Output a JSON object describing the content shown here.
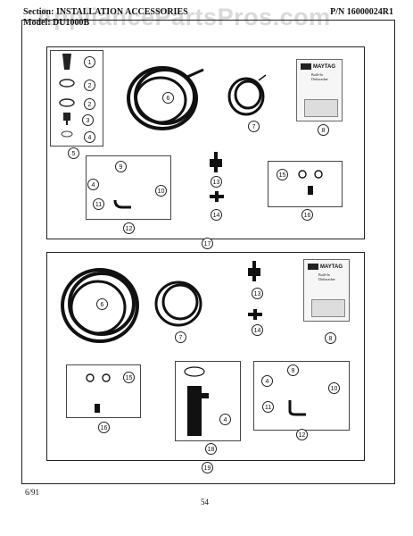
{
  "header": {
    "section_line": "Section: INSTALLATION ACCESSORIES",
    "model_line": "Model: DU1000B",
    "part_number": "P/N 16000024R1"
  },
  "watermark": "AppliancePartsPros.com",
  "top_panel": {
    "callouts": [
      "1",
      "2",
      "2",
      "3",
      "4",
      "5",
      "6",
      "7",
      "8",
      "9",
      "4",
      "10",
      "11",
      "12",
      "13",
      "14",
      "15",
      "16",
      "17"
    ]
  },
  "bottom_panel": {
    "callouts": [
      "6",
      "7",
      "13",
      "14",
      "8",
      "15",
      "16",
      "4",
      "18",
      "9",
      "4",
      "10",
      "11",
      "12",
      "19"
    ]
  },
  "manual": {
    "brand": "MAYTAG",
    "subtitle": "Built-In Dishwasher"
  },
  "footer": {
    "date": "6/91",
    "page_number": "54"
  }
}
